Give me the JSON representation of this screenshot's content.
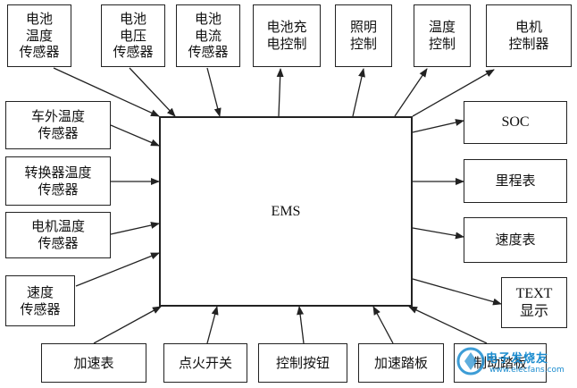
{
  "center": {
    "label": "EMS"
  },
  "top_boxes": [
    {
      "label": "电池\n温度\n传感器"
    },
    {
      "label": "电池\n电压\n传感器"
    },
    {
      "label": "电池\n电流\n传感器"
    },
    {
      "label": "电池充\n电控制"
    },
    {
      "label": "照明\n控制"
    },
    {
      "label": "温度\n控制"
    },
    {
      "label": "电机\n控制器"
    }
  ],
  "left_boxes": [
    {
      "label": "车外温度\n传感器"
    },
    {
      "label": "转换器温度\n传感器"
    },
    {
      "label": "电机温度\n传感器"
    },
    {
      "label": "速度\n传感器"
    }
  ],
  "right_boxes": [
    {
      "label": "SOC"
    },
    {
      "label": "里程表"
    },
    {
      "label": "速度表"
    },
    {
      "label": "TEXT\n显示"
    }
  ],
  "bottom_boxes": [
    {
      "label": "加速表"
    },
    {
      "label": "点火开关"
    },
    {
      "label": "控制按钮"
    },
    {
      "label": "加速踏板"
    },
    {
      "label": "制动踏板"
    }
  ],
  "watermark": {
    "text": "电子发烧友",
    "sub": "www.elecfans.com"
  },
  "colors": {
    "line": "#222222",
    "watermark": "#1b8ccf"
  }
}
